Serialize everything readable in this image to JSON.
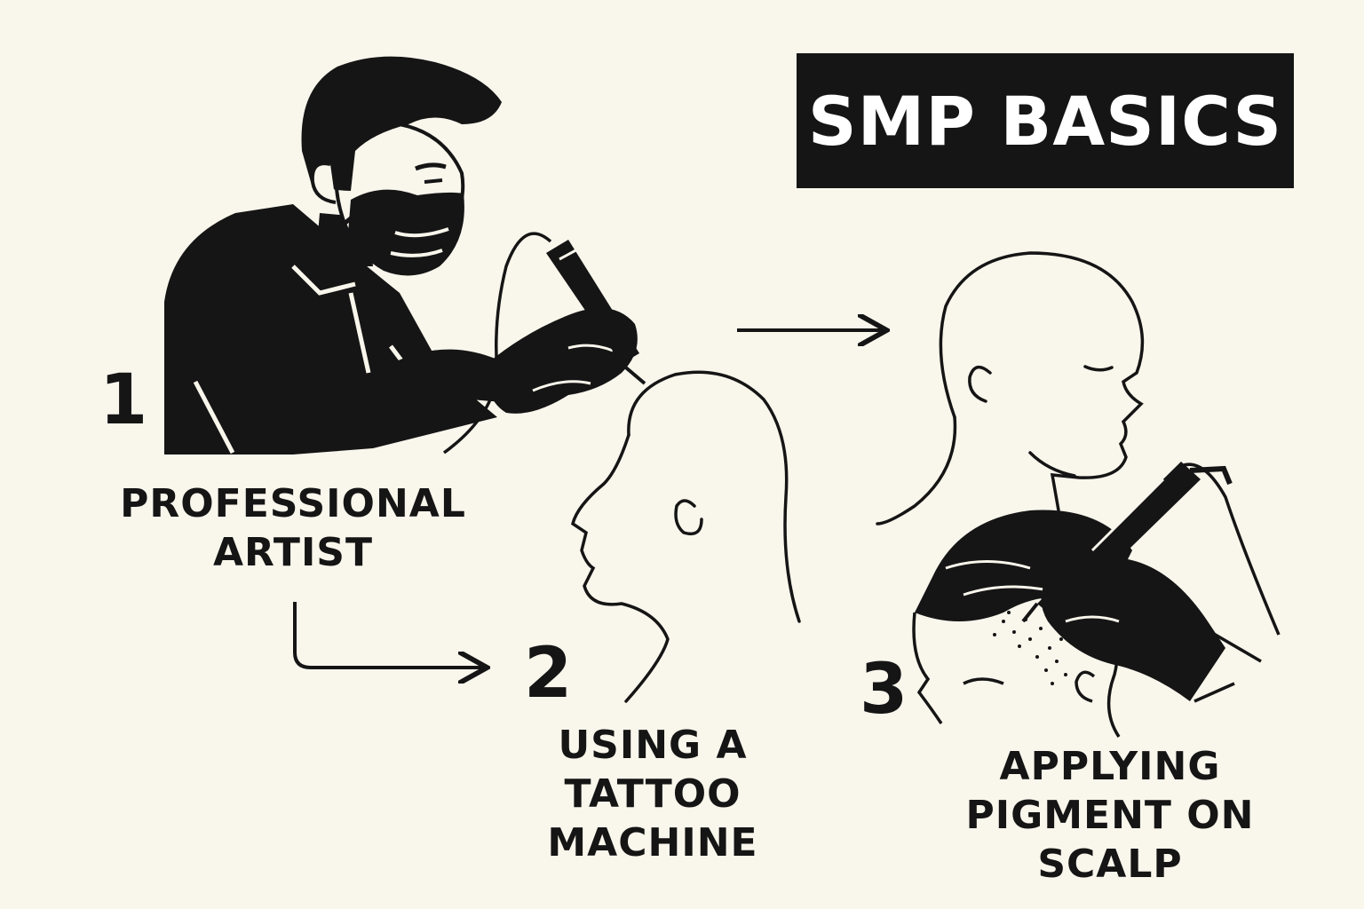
{
  "title": "SMP BASICS",
  "steps": [
    {
      "number": "1",
      "lines": [
        "PROFESSIONAL",
        "ARTIST"
      ]
    },
    {
      "number": "2",
      "lines": [
        "USING A",
        "TATTOO",
        "MACHINE"
      ]
    },
    {
      "number": "3",
      "lines": [
        "APPLYING",
        "PIGMENT ON",
        "SCALP"
      ]
    }
  ],
  "colors": {
    "background": "#f9f6ec",
    "ink": "#151515",
    "title_text": "#ffffff"
  },
  "icons": [
    "artist-figure-icon",
    "client-head-icon",
    "side-head-icon",
    "scalp-pigment-icon",
    "tattoo-machine-icon",
    "arrow-right-icon"
  ]
}
